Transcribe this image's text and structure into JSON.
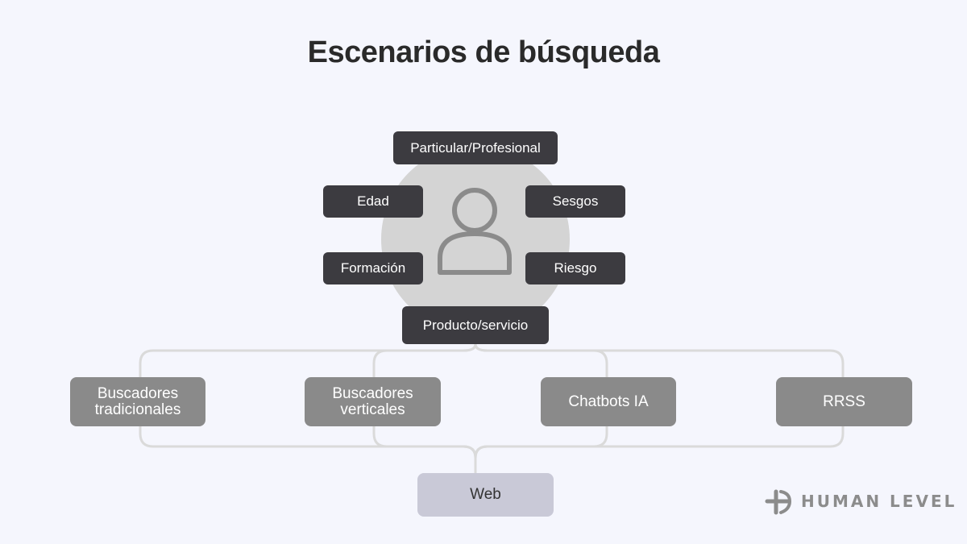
{
  "title": "Escenarios de búsqueda",
  "profile": {
    "top": "Particular/Profesional",
    "left_top": "Edad",
    "right_top": "Sesgos",
    "left_bottom": "Formación",
    "right_bottom": "Riesgo",
    "bottom": "Producto/servicio"
  },
  "channels": [
    {
      "line1": "Buscadores",
      "line2": "tradicionales"
    },
    {
      "line1": "Buscadores",
      "line2": "verticales"
    },
    {
      "line1": "Chatbots IA",
      "line2": ""
    },
    {
      "line1": "RRSS",
      "line2": ""
    }
  ],
  "target": "Web",
  "brand": "HUMAN LEVEL",
  "colors": {
    "background": "#f5f6fd",
    "tag": "#3c3b40",
    "channel": "#8a8a8a",
    "target": "#c9c9d7",
    "connector": "#dadada",
    "circle": "#d4d4d4"
  }
}
